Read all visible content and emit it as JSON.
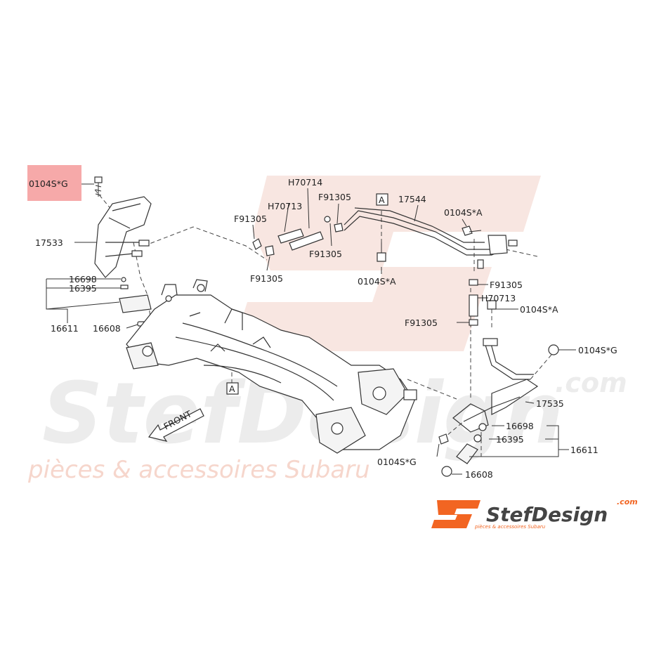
{
  "callouts": {
    "top_left_bolt": "0104S*G",
    "bracket_left": "17533",
    "left_16698": "16698",
    "left_16395": "16395",
    "left_16611": "16611",
    "left_16608": "16608",
    "f91305_a": "F91305",
    "f91305_b": "F91305",
    "h70713_top": "H70713",
    "h70714": "H70714",
    "f91305_c": "F91305",
    "f91305_d": "F91305",
    "marker_a_top": "A",
    "pipe_17544": "17544",
    "bolt_a_top": "0104S*A",
    "bolt_a_mid": "0104S*A",
    "f91305_e": "F91305",
    "h70713_right": "H70713",
    "bolt_a_right": "0104S*A",
    "f91305_f": "F91305",
    "bolt_g_right": "0104S*G",
    "marker_a_left": "A",
    "bracket_right": "17535",
    "right_16698": "16698",
    "right_16395": "16395",
    "right_16611": "16611",
    "bolt_g_bottom": "0104S*G",
    "right_16608": "16608",
    "front_arrow": "FRONT"
  },
  "watermark": {
    "brand": "StefDesign",
    "dotcom": ".com",
    "tagline": "pièces & accessoires Subaru"
  },
  "logo": {
    "brand": "StefDesign",
    "dotcom": ".com",
    "tagline": "pièces & accessoires Subaru"
  },
  "colors": {
    "highlight": "#f6a9a9",
    "logo_orange": "#f26522",
    "watermark": "#f3d2c8"
  }
}
